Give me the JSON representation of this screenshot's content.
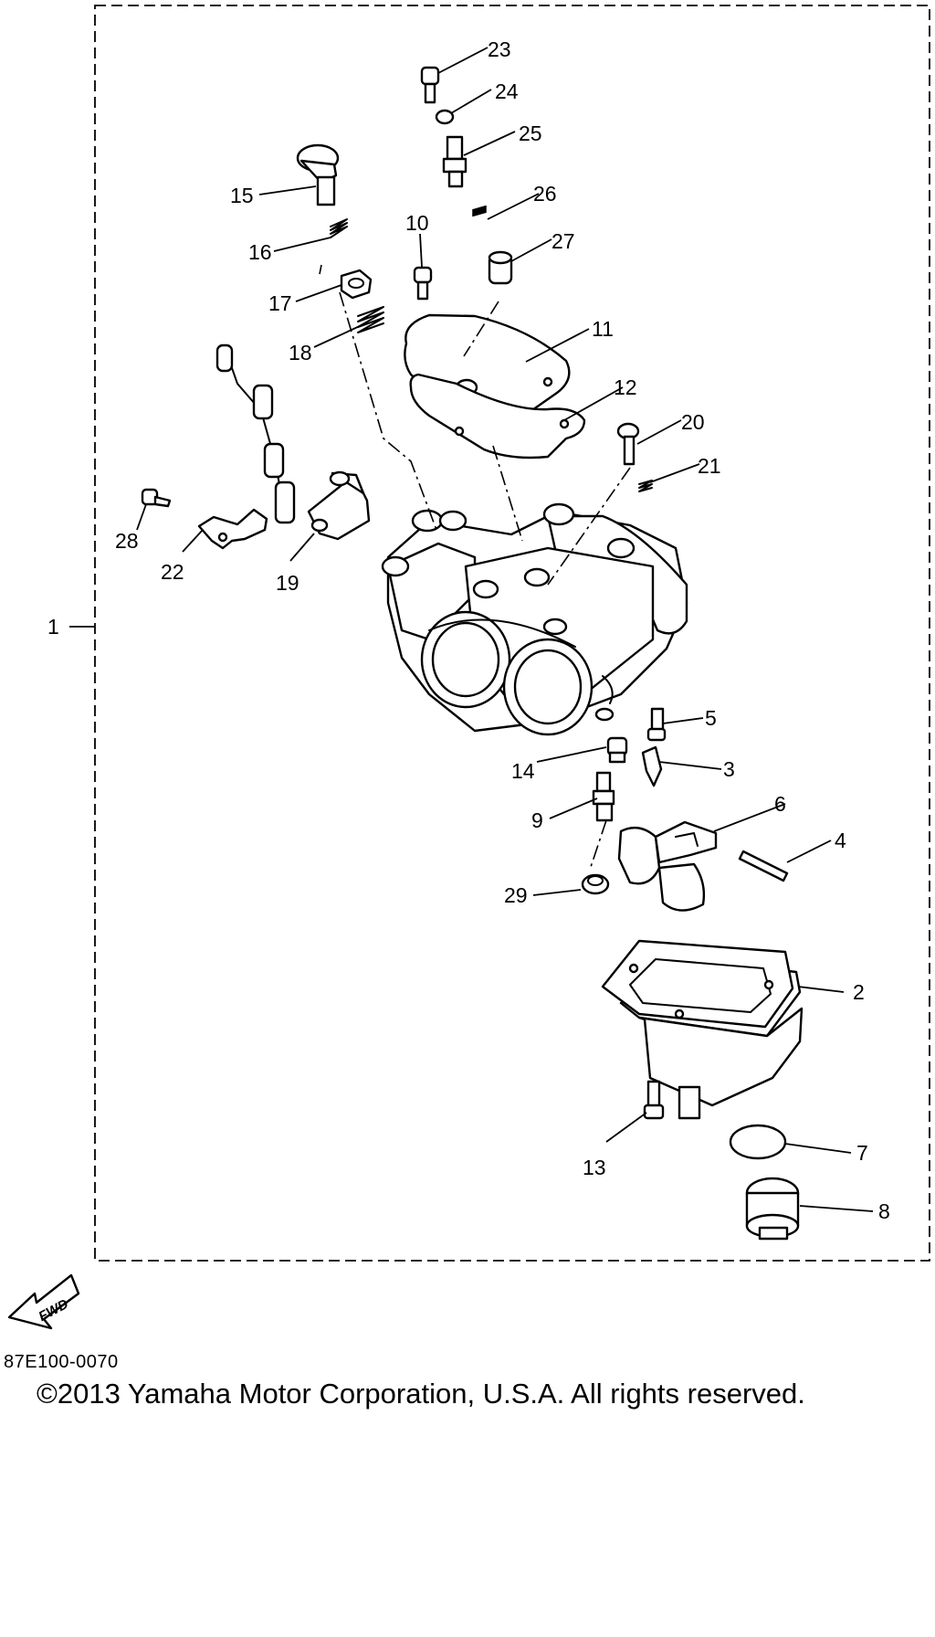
{
  "diagram": {
    "callouts": [
      "1",
      "2",
      "3",
      "4",
      "5",
      "6",
      "7",
      "8",
      "9",
      "10",
      "11",
      "12",
      "13",
      "14",
      "15",
      "16",
      "17",
      "18",
      "19",
      "20",
      "21",
      "22",
      "23",
      "24",
      "25",
      "26",
      "27",
      "28",
      "29"
    ],
    "fwd_label": "FWD"
  },
  "footer": {
    "code": "87E100-0070",
    "copyright": "©2013 Yamaha Motor Corporation, U.S.A. All rights reserved."
  }
}
